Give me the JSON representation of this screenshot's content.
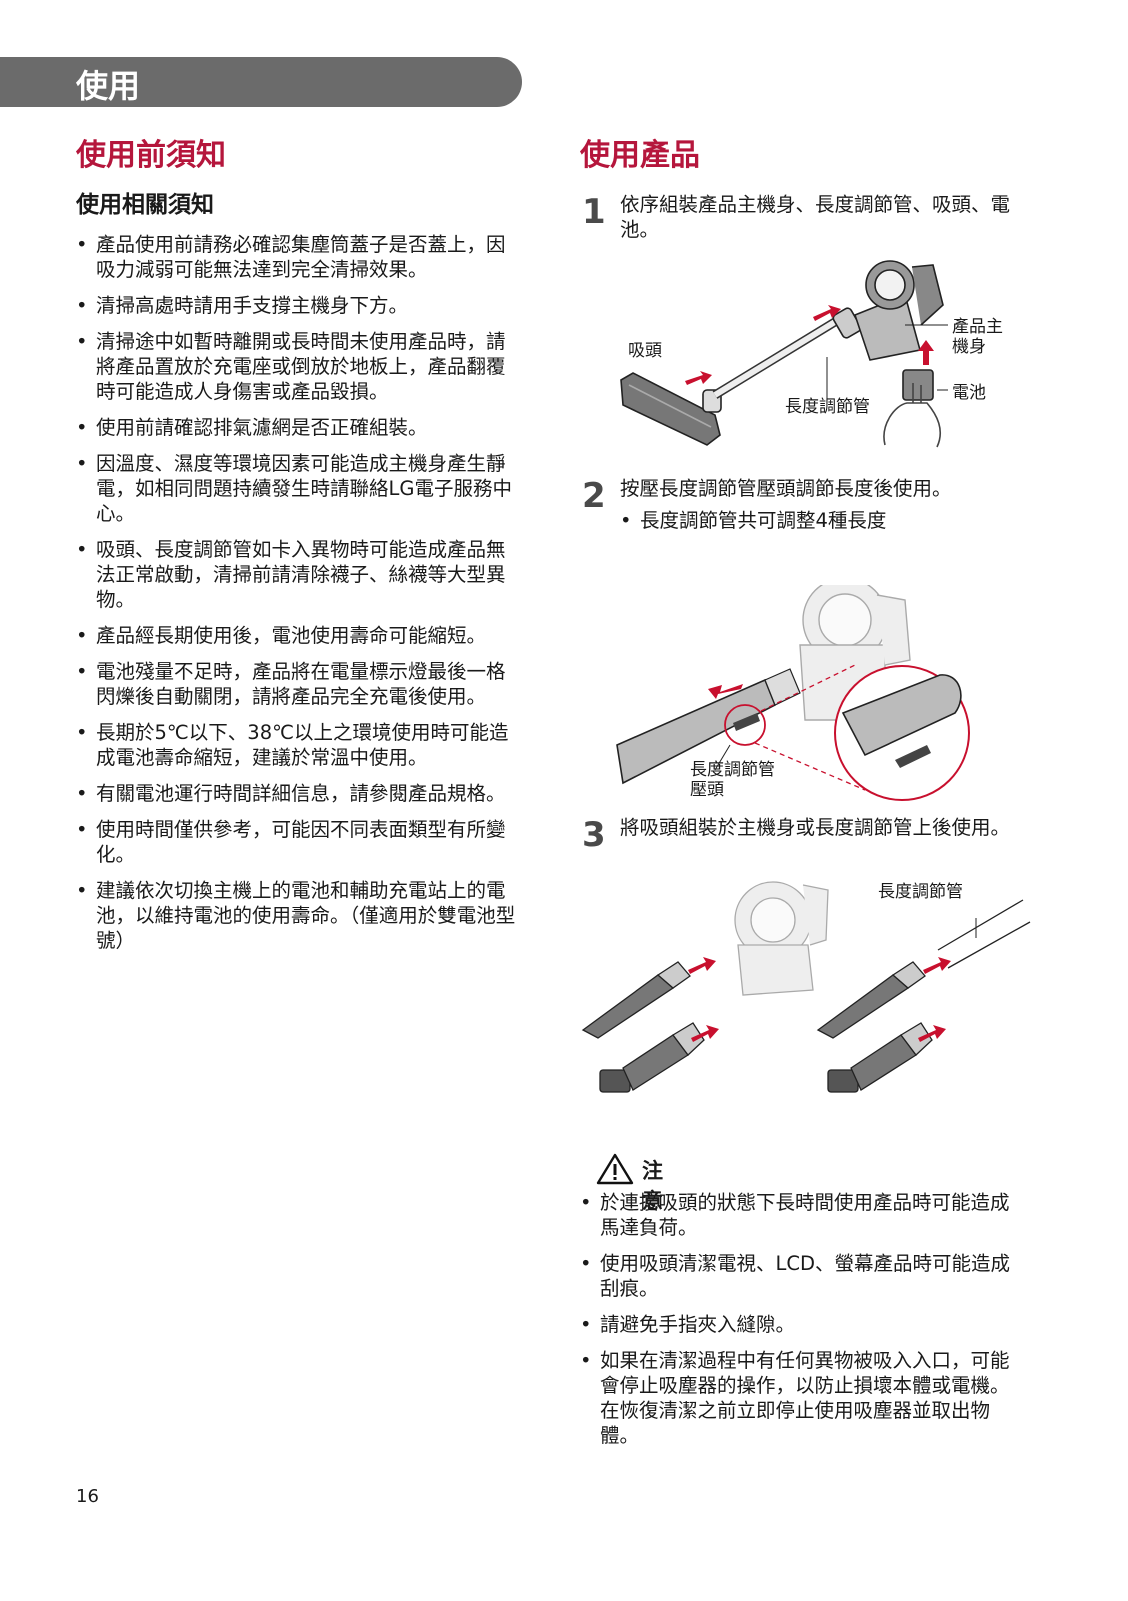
{
  "banner": {
    "title": "使用"
  },
  "left": {
    "heading": "使用前須知",
    "subheading": "使用相關須知",
    "bullets": [
      "產品使用前請務必確認集塵筒蓋子是否蓋上，因吸力減弱可能無法達到完全清掃效果。",
      "清掃高處時請用手支撐主機身下方。",
      "清掃途中如暫時離開或長時間未使用產品時，請將產品置放於充電座或倒放於地板上，產品翻覆時可能造成人身傷害或產品毀損。",
      "使用前請確認排氣濾網是否正確組裝。",
      "因溫度、濕度等環境因素可能造成主機身產生靜電，如相同問題持續發生時請聯絡LG電子服務中心。",
      "吸頭、長度調節管如卡入異物時可能造成產品無法正常啟動，清掃前請清除襪子、絲襪等大型異物。",
      "產品經長期使用後，電池使用壽命可能縮短。",
      "電池殘量不足時，產品將在電量標示燈最後一格閃爍後自動關閉，請將產品完全充電後使用。",
      "長期於5℃以下、38℃以上之環境使用時可能造成電池壽命縮短，建議於常溫中使用。",
      "有關電池運行時間詳細信息，請參閱產品規格。",
      "使用時間僅供參考，可能因不同表面類型有所變化。",
      "建議依次切換主機上的電池和輔助充電站上的電池，以維持電池的使用壽命。（僅適用於雙電池型號）"
    ]
  },
  "right": {
    "heading": "使用產品",
    "steps": [
      {
        "num": "1",
        "text": "依序組裝產品主機身、長度調節管、吸頭、電池。"
      },
      {
        "num": "2",
        "text": "按壓長度調節管壓頭調節長度後使用。",
        "sub": "長度調節管共可調整4種長度"
      },
      {
        "num": "3",
        "text": "將吸頭組裝於主機身或長度調節管上後使用。"
      }
    ],
    "fig1_labels": {
      "head": "吸頭",
      "body_l1": "產品主",
      "body_l2": "機身",
      "tube": "長度調節管",
      "battery": "電池"
    },
    "fig2_labels": {
      "l1": "長度調節管",
      "l2": "壓頭"
    },
    "fig3_labels": {
      "tube": "長度調節管"
    },
    "caution": {
      "title": "注意",
      "bullets": [
        "於連接吸頭的狀態下長時間使用產品時可能造成馬達負荷。",
        "使用吸頭清潔電視、LCD、螢幕產品時可能造成刮痕。",
        "請避免手指夾入縫隙。",
        "如果在清潔過程中有任何異物被吸入入口，可能會停止吸塵器的操作，以防止損壞本體或電機。在恢復清潔之前立即停止使用吸塵器並取出物體。"
      ]
    }
  },
  "page_number": "16",
  "colors": {
    "accent": "#b5163c",
    "banner": "#6b6b6b"
  }
}
